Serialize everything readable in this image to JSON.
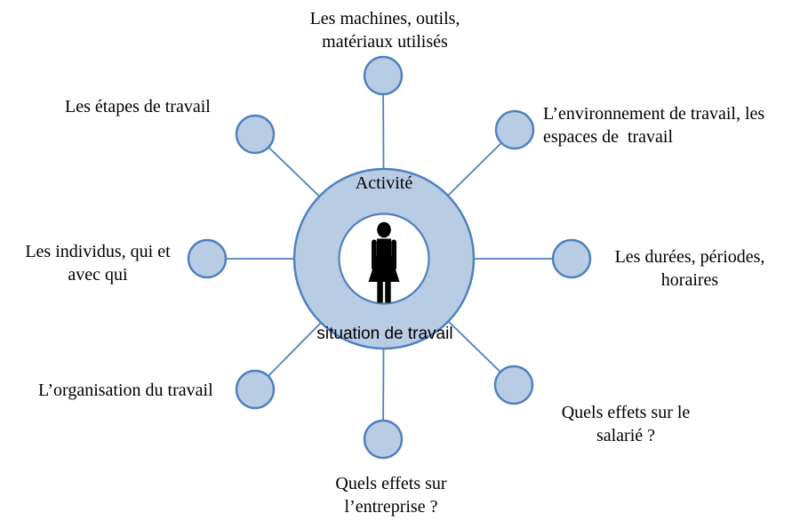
{
  "diagram": {
    "title_semantic": "situation-de-travail-spoke-diagram",
    "center": {
      "top_label": "Activité",
      "bottom_label": "situation de travail",
      "icon": "woman-silhouette-icon"
    },
    "nodes": [
      {
        "id": "machines",
        "label": "Les machines, outils,\nmatériaux utilisés"
      },
      {
        "id": "environnement",
        "label": "L’environnement de travail, les\nespaces de  travail"
      },
      {
        "id": "durees",
        "label": "Les durées, périodes,\nhoraires"
      },
      {
        "id": "salarie",
        "label": "Quels effets sur le\nsalarié ?"
      },
      {
        "id": "entreprise",
        "label": "Quels effets sur\nl’entreprise ?"
      },
      {
        "id": "organisation",
        "label": "L’organisation du travail"
      },
      {
        "id": "individus",
        "label": "Les individus, qui et\navec qui"
      },
      {
        "id": "etapes",
        "label": "Les étapes de travail"
      }
    ],
    "colors": {
      "node_fill": "#b8cce4",
      "node_stroke": "#4f81bd",
      "connector": "#4f81bd",
      "inner_fill": "#ffffff",
      "icon": "#000000",
      "text": "#000000",
      "background": "#ffffff"
    }
  }
}
